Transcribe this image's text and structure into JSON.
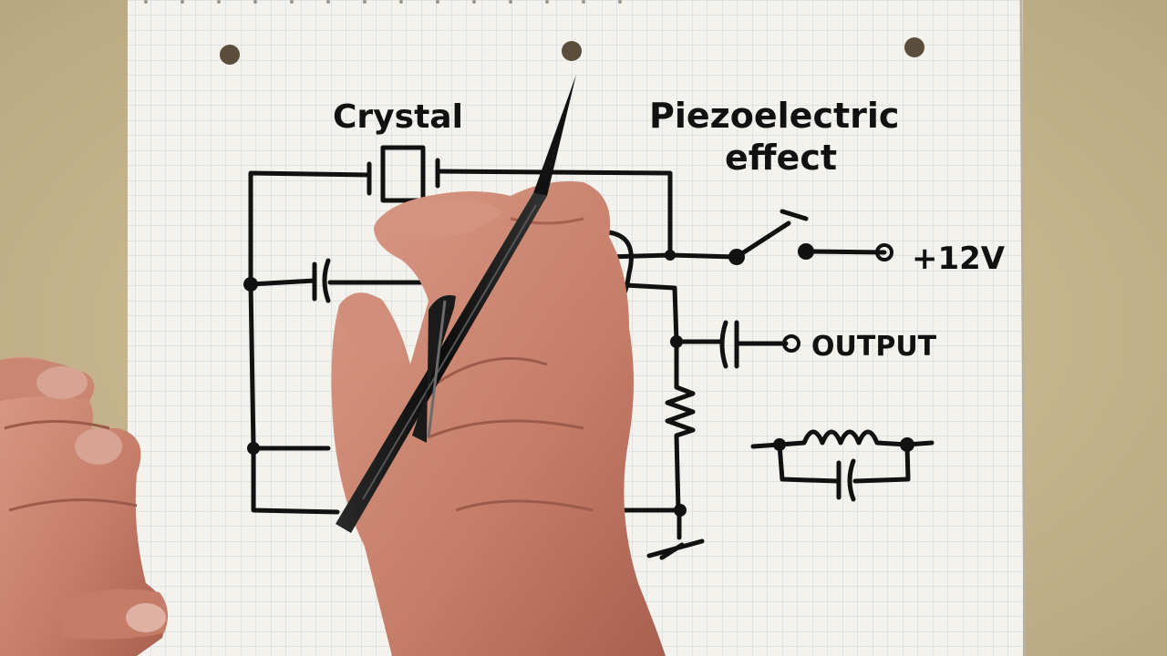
{
  "labels": {
    "crystal": "Crystal",
    "piezo_line1": "Piezoelectric",
    "piezo_line2": "effect",
    "supply": "+12V",
    "output": "OUTPUT"
  },
  "colors": {
    "table": "#c9b78f",
    "paper": "#f4f2ec",
    "grid": "#c9d2dc",
    "ink": "#111111",
    "skin": "#c98672",
    "skin_shadow": "#a86453",
    "pen": "#151515"
  },
  "icons": {
    "crystal_symbol": "quartz-crystal-icon",
    "capacitor": "capacitor-icon",
    "resistor": "resistor-icon",
    "switch": "switch-icon",
    "ground": "ground-icon",
    "transistor": "transistor-icon",
    "equivalent_circuit": "crystal-equivalent-circuit-icon"
  }
}
